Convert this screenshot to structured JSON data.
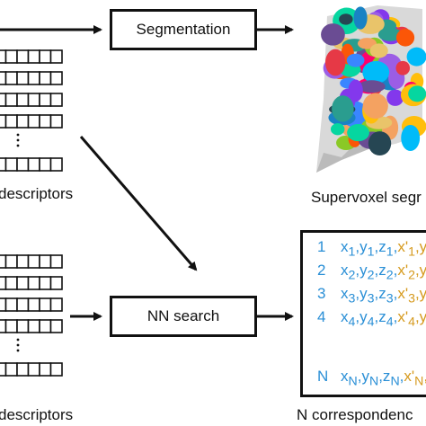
{
  "top_row": {
    "segmentation_label": "Segmentation",
    "descriptors_label": "descriptors",
    "supervoxel_label": "Supervoxel segr"
  },
  "bottom_row": {
    "nn_search_label": "NN search",
    "descriptors_label": "descriptors",
    "correspondences_label": "N correspondenc"
  },
  "correspondences": {
    "rows": [
      {
        "index": "1",
        "sub": "1"
      },
      {
        "index": "2",
        "sub": "2"
      },
      {
        "index": "3",
        "sub": "3"
      },
      {
        "index": "4",
        "sub": "4"
      },
      {
        "index": "N",
        "sub": "N"
      }
    ]
  },
  "colors": {
    "index_blue": "#2a8fd6",
    "prime_orange": "#d69a1e",
    "stroke": "#111111"
  }
}
